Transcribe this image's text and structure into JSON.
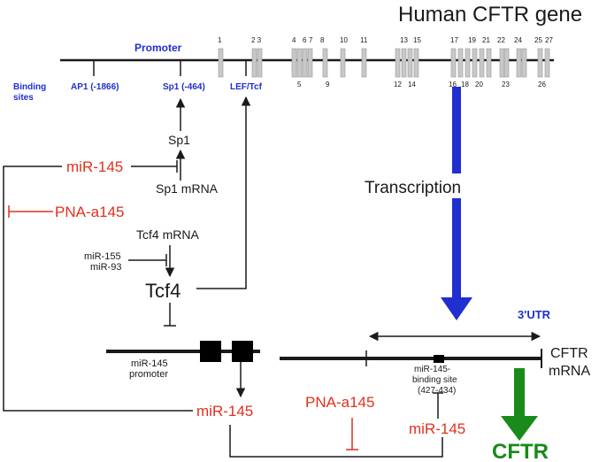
{
  "gene_title": "Human CFTR gene",
  "promoter_label": "Promoter",
  "binding_sites_label": "Binding\nsites",
  "sites": [
    "AP1 (-1866)",
    "Sp1 (-464)",
    "LEF/Tcf"
  ],
  "exons_top": [
    "1",
    "2 3",
    "4",
    "6",
    "7",
    "8",
    "10",
    "11",
    "13",
    "15",
    "17",
    "19",
    "21",
    "22",
    "24",
    "25",
    "27"
  ],
  "exons_bottom": [
    "5",
    "9",
    "12",
    "14",
    "16",
    "18",
    "20",
    "23",
    "26"
  ],
  "sp1": "Sp1",
  "sp1_mrna": "Sp1 mRNA",
  "mir145_top": "miR-145",
  "pna_left": "PNA-a145",
  "tcf4_mrna": "Tcf4 mRNA",
  "mir155": "miR-155",
  "mir93": "miR-93",
  "tcf4": "Tcf4",
  "transcription": "Transcription",
  "utr": "3'UTR",
  "mir145_promoter": "miR-145\npromoter",
  "cftr_mrna": "CFTR\nmRNA",
  "binding_site": "miR-145-\nbinding site\n(427-434)",
  "mir145_bottom_left": "miR-145",
  "pna_bottom": "PNA-a145",
  "mir145_bottom_right": "miR-145",
  "cftr_protein": "CFTR",
  "colors": {
    "blue_arrow": "#1f2fd0",
    "green_arrow": "#1a8a1a",
    "red": "#e0301e",
    "exon_fill": "#c8c8c8"
  }
}
